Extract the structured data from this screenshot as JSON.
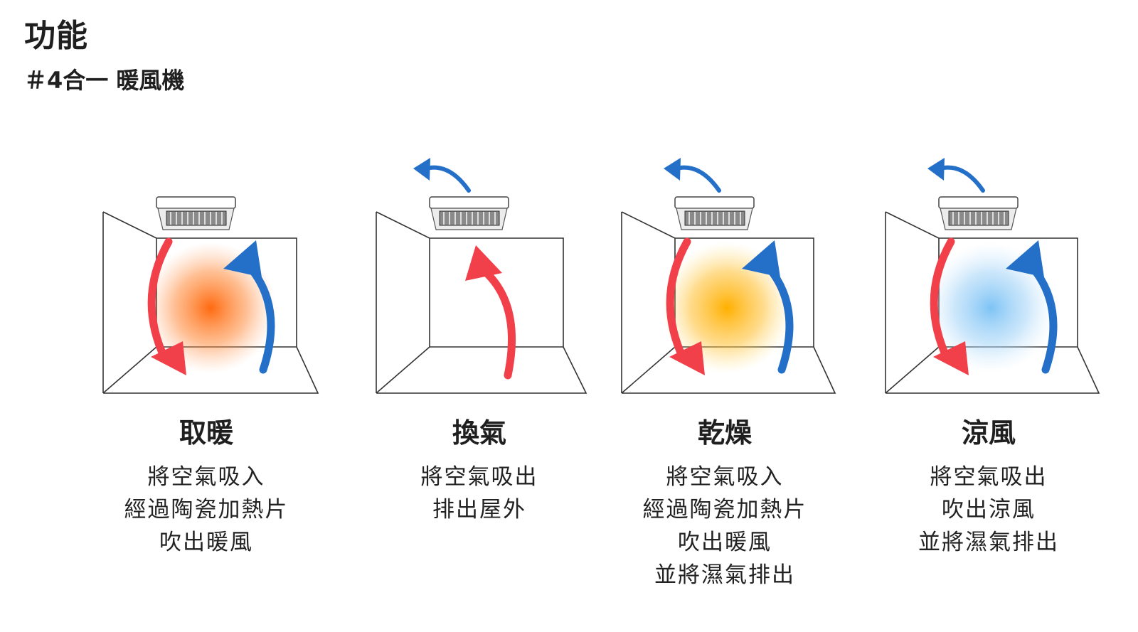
{
  "header": {
    "title": "功能",
    "subtitle": "＃4合一 暖風機"
  },
  "modes": [
    {
      "id": "heating",
      "name": "取暖",
      "lines": [
        "將空氣吸入",
        "經過陶瓷加熱片",
        "吹出暖風"
      ],
      "glow_color": "#ff6a10",
      "exhaust": false
    },
    {
      "id": "ventilation",
      "name": "換氣",
      "lines": [
        "將空氣吸出",
        "排出屋外"
      ],
      "glow_color": null,
      "exhaust": true
    },
    {
      "id": "drying",
      "name": "乾燥",
      "lines": [
        "將空氣吸入",
        "經過陶瓷加熱片",
        "吹出暖風",
        "並將濕氣排出"
      ],
      "glow_color": "#ffb300",
      "exhaust": true
    },
    {
      "id": "cooling",
      "name": "涼風",
      "lines": [
        "將空氣吸出",
        "吹出涼風",
        "並將濕氣排出"
      ],
      "glow_color": "#7ec3f5",
      "exhaust": true
    }
  ],
  "colors": {
    "red_arrow": "#f2404a",
    "blue_arrow": "#2470c8",
    "line": "#333333"
  }
}
